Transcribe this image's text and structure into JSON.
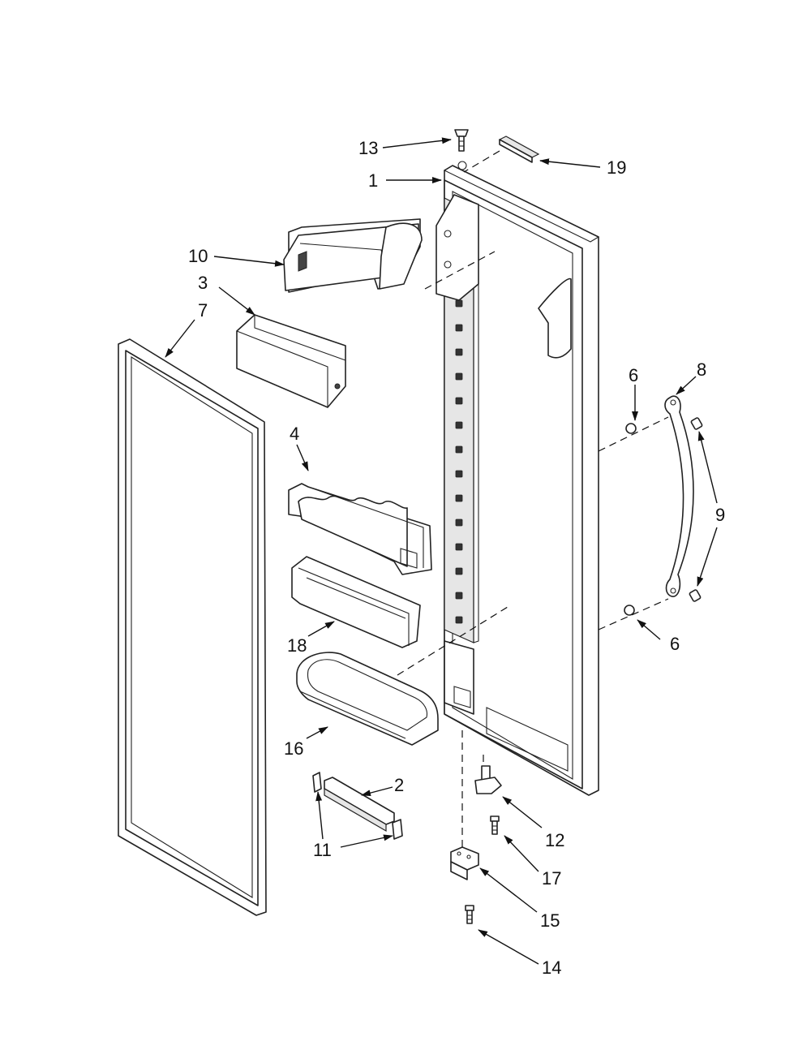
{
  "callouts": [
    {
      "id": "c13",
      "text": "13"
    },
    {
      "id": "c19",
      "text": "19"
    },
    {
      "id": "c1",
      "text": "1"
    },
    {
      "id": "c10",
      "text": "10"
    },
    {
      "id": "c3",
      "text": "3"
    },
    {
      "id": "c7",
      "text": "7"
    },
    {
      "id": "c6a",
      "text": "6"
    },
    {
      "id": "c8",
      "text": "8"
    },
    {
      "id": "c4",
      "text": "4"
    },
    {
      "id": "c9",
      "text": "9"
    },
    {
      "id": "c18",
      "text": "18"
    },
    {
      "id": "c6b",
      "text": "6"
    },
    {
      "id": "c16",
      "text": "16"
    },
    {
      "id": "c2",
      "text": "2"
    },
    {
      "id": "c12",
      "text": "12"
    },
    {
      "id": "c11",
      "text": "11"
    },
    {
      "id": "c17",
      "text": "17"
    },
    {
      "id": "c15",
      "text": "15"
    },
    {
      "id": "c14",
      "text": "14"
    }
  ]
}
